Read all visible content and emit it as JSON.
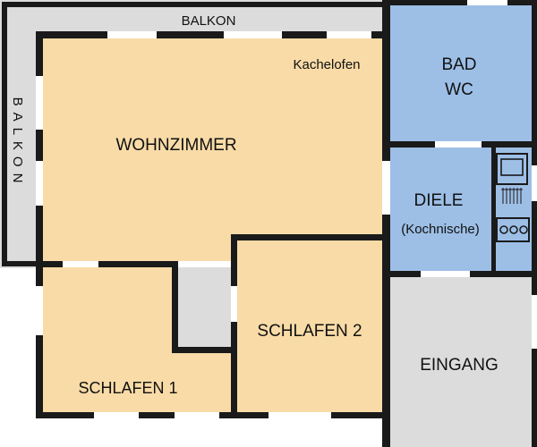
{
  "labels": {
    "balcony_top": "BALKON",
    "balcony_left": "BALKON",
    "kachelofen": "Kachelofen",
    "bad": "BAD",
    "wc": "WC",
    "wohnzimmer": "WOHNZIMMER",
    "diele": "DIELE",
    "kochnische": "(Kochnische)",
    "schlafen1": "SCHLAFEN 1",
    "schlafen2": "SCHLAFEN 2",
    "eingang": "EINGANG"
  },
  "colors": {
    "room": "#f8dba7",
    "wet_room": "#9dbfe6",
    "balcony": "#dcdcdc",
    "corridor": "#dcdcdc",
    "wall": "#1a1a1a",
    "door_gap": "#ffffff"
  },
  "icons": [
    "oven-icon",
    "stove-icon"
  ]
}
